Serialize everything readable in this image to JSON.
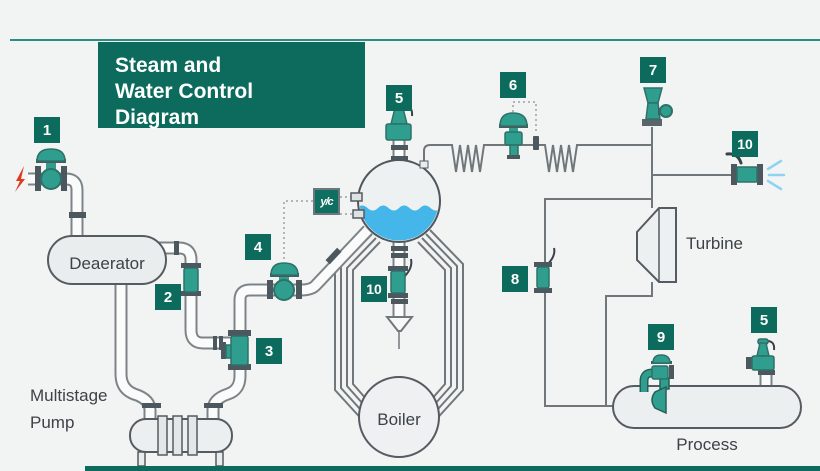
{
  "title": {
    "line1": "Steam and",
    "line2": "Water Control",
    "line3": "Diagram"
  },
  "equipment": {
    "deaerator": "Deaerator",
    "pump_line1": "Multistage",
    "pump_line2": "Pump",
    "boiler": "Boiler",
    "turbine": "Turbine",
    "process": "Process"
  },
  "controller": {
    "label": "y/c"
  },
  "badges": {
    "b1": "1",
    "b2": "2",
    "b3": "3",
    "b4": "4",
    "b5_drum": "5",
    "b6": "6",
    "b7": "7",
    "b8": "8",
    "b9": "9",
    "b10_drum": "10",
    "b10_vent": "10",
    "b5_process": "5"
  },
  "colors": {
    "brand_teal": "#0c6b5d",
    "rule_teal": "#2e8d82",
    "valve_teal": "#2f9e8f",
    "flange_slate": "#4d575e",
    "pipe_outline": "#7d8488",
    "water_blue": "#45b6e9",
    "spray_blue": "#8fd2f2",
    "alert_red": "#e0391e",
    "background": "#f2f4f4"
  }
}
